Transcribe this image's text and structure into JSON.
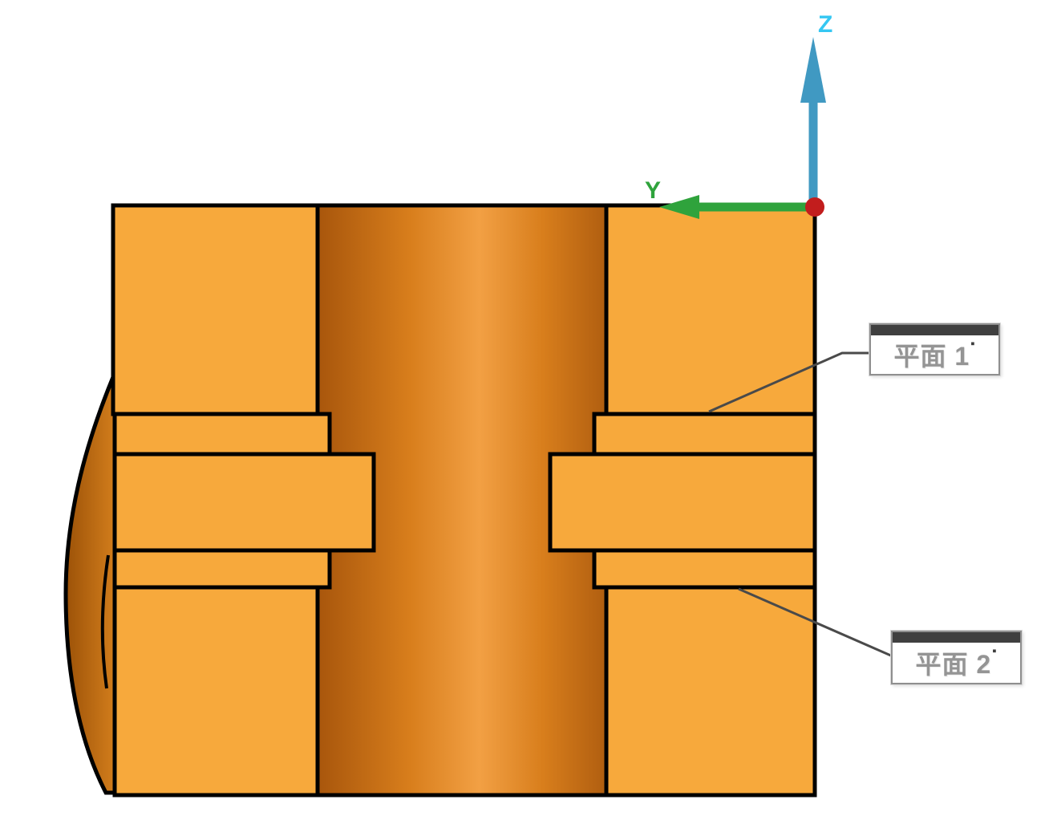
{
  "triad": {
    "z_label": "Z",
    "y_label": "Y",
    "z_label_color": "#35c7f2",
    "y_label_color": "#2fa33c",
    "z_axis_color": "#4099c2",
    "y_axis_color": "#2fa33c",
    "origin_color": "#c21d1d"
  },
  "annotations": {
    "plane1": {
      "label": "平面 1",
      "marker": "▪"
    },
    "plane2": {
      "label": "平面 2",
      "marker": "▪"
    }
  },
  "colors": {
    "viewport_background": "#ffffff",
    "part_face": "#f7a93c",
    "bore_edge_dark": "#a8560c",
    "bore_mid": "#d87e1c",
    "bore_highlight": "#f2a044",
    "bore_edge_dark2": "#b05e10",
    "bulge_dark": "#9c5208",
    "bulge_light": "#d8821e",
    "outline": "#000000",
    "leader": "#4a4a4a",
    "callout_background": "#ffffff",
    "callout_border": "#8f8f8f",
    "callout_topbar": "#3f3f3f",
    "callout_text": "#949494"
  }
}
